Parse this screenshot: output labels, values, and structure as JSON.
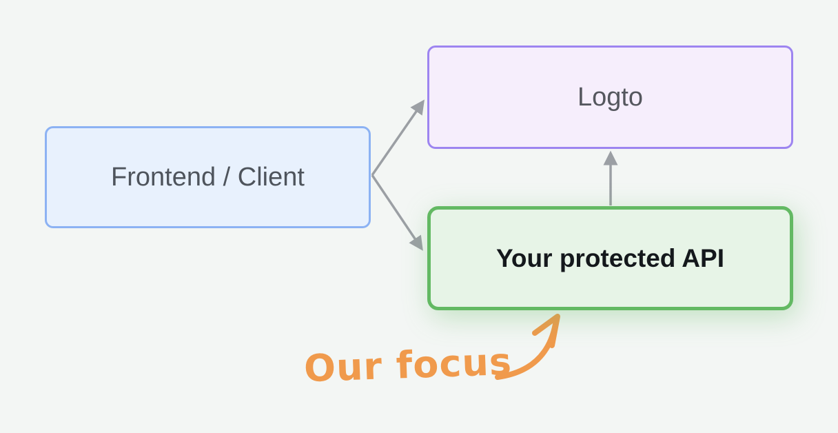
{
  "canvas": {
    "background": "#f3f6f4"
  },
  "colors": {
    "arrow": "#9b9fa4",
    "annotation": "#f09a4c"
  },
  "nodes": {
    "frontend": {
      "label": "Frontend / Client",
      "fill": "#e8f1fd",
      "border": "#8cb2f3",
      "text_color": "#4e545c"
    },
    "logto": {
      "label": "Logto",
      "fill": "#f6eefc",
      "border": "#9d85f0",
      "text_color": "#55575e"
    },
    "api": {
      "label": "Your protected API",
      "fill": "#e7f4e7",
      "border": "#63b963",
      "text_color": "#14181c"
    }
  },
  "edges": [
    {
      "from": "frontend",
      "to": "logto"
    },
    {
      "from": "frontend",
      "to": "api"
    },
    {
      "from": "api",
      "to": "logto"
    }
  ],
  "annotation": {
    "label": "Our focus",
    "target": "api"
  }
}
